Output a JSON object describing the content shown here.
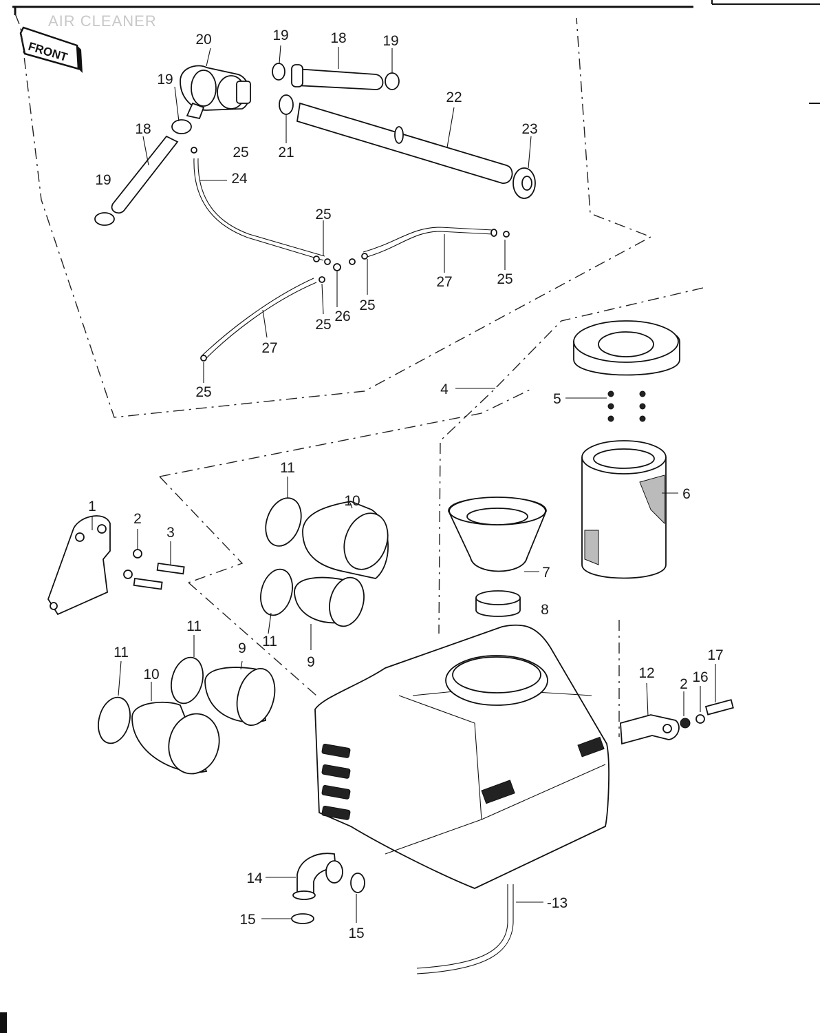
{
  "page": {
    "header_title": "AIR CLEANER",
    "front_marker": "FRONT"
  },
  "callouts": [
    "20",
    "19",
    "18",
    "19",
    "19",
    "21",
    "22",
    "23",
    "18",
    "25",
    "24",
    "19",
    "25",
    "27",
    "25",
    "26",
    "25",
    "25",
    "27",
    "25",
    "4",
    "5",
    "6",
    "7",
    "8",
    "1",
    "2",
    "3",
    "11",
    "10",
    "11",
    "9",
    "11",
    "11",
    "10",
    "9",
    "12",
    "2",
    "16",
    "17",
    "14",
    "15",
    "15",
    "-13"
  ]
}
